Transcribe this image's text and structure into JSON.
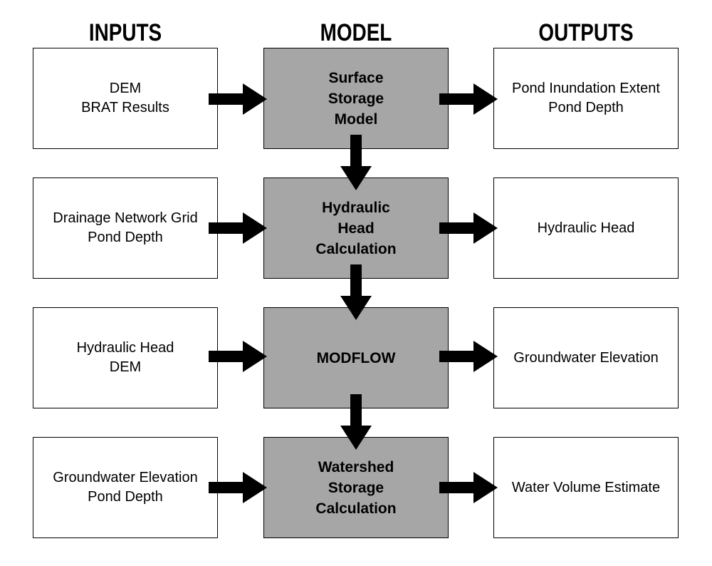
{
  "headers": {
    "inputs": "INPUTS",
    "model": "MODEL",
    "outputs": "OUTPUTS"
  },
  "rows": [
    {
      "inputs": [
        "DEM",
        "BRAT Results"
      ],
      "model": [
        "Surface",
        "Storage",
        "Model"
      ],
      "outputs": [
        "Pond Inundation Extent",
        "Pond Depth"
      ]
    },
    {
      "inputs": [
        "Drainage Network Grid",
        "Pond Depth"
      ],
      "model": [
        "Hydraulic",
        "Head",
        "Calculation"
      ],
      "outputs": [
        "Hydraulic Head"
      ]
    },
    {
      "inputs": [
        "Hydraulic Head",
        "DEM"
      ],
      "model": [
        "MODFLOW"
      ],
      "outputs": [
        "Groundwater Elevation"
      ]
    },
    {
      "inputs": [
        "Groundwater Elevation",
        "Pond Depth"
      ],
      "model": [
        "Watershed",
        "Storage",
        "Calculation"
      ],
      "outputs": [
        "Water Volume Estimate"
      ]
    }
  ],
  "colors": {
    "model_fill": "#a6a6a6",
    "arrow": "#000000",
    "border": "#000000"
  }
}
